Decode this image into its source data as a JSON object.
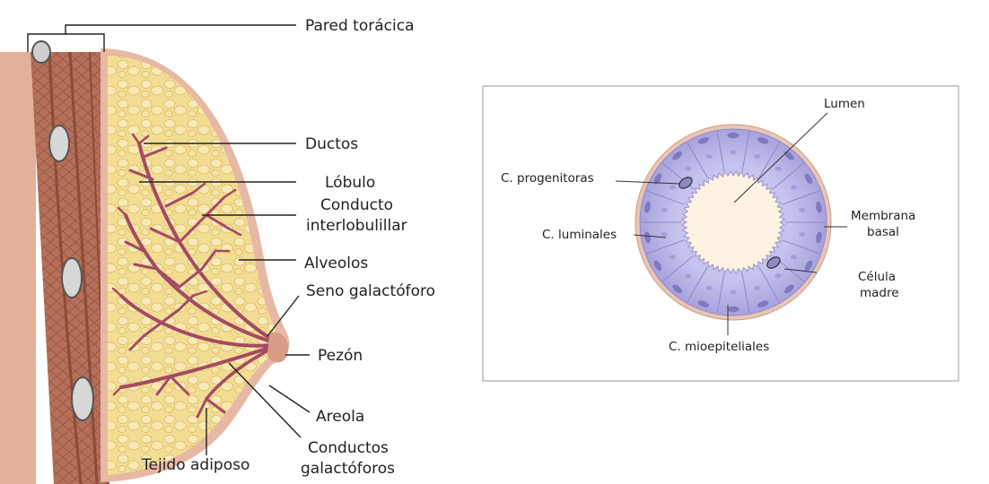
{
  "breast_labels": {
    "chest_wall": "Pared torácica",
    "ducts": "Ductos",
    "lobule": "Lóbulo",
    "interlobular_duct_1": "Conducto",
    "interlobular_duct_2": "interlobulillar",
    "alveoli": "Alveolos",
    "lactiferous_sinus": "Seno galactóforo",
    "nipple": "Pezón",
    "areola": "Areola",
    "lactiferous_ducts_1": "Conductos",
    "lactiferous_ducts_2": "galactóforos",
    "adipose_tissue": "Tejido adiposo"
  },
  "acinus_labels": {
    "lumen": "Lumen",
    "progenitor_cells": "C. progenitoras",
    "luminal_cells": "C. luminales",
    "basement_membrane_1": "Membrana",
    "basement_membrane_2": "basal",
    "stem_cell_1": "Célula",
    "stem_cell_2": "madre",
    "myoepithelial_cells": "C. mioepiteliales"
  },
  "colors": {
    "skin": "#e3b199",
    "chest_muscle": "#b9745a",
    "fat": "#f1d98c",
    "duct": "#a44a63",
    "cell": "#b7b3e3",
    "lumen": "#fbf2e1"
  }
}
